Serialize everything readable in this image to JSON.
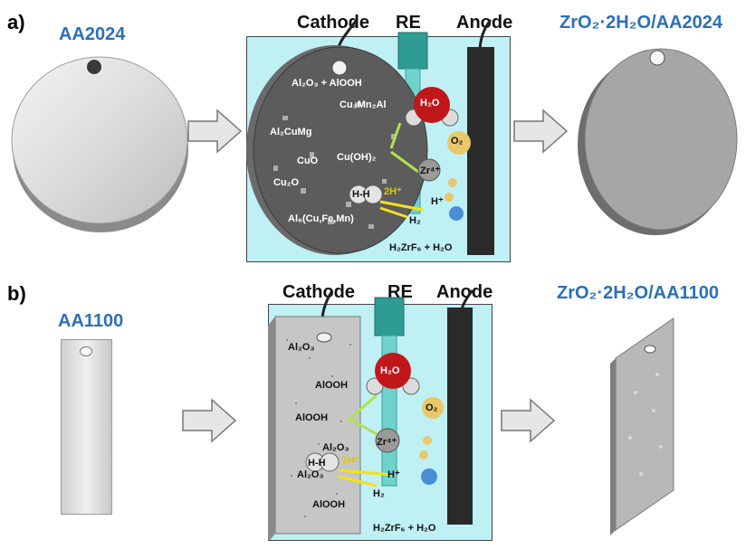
{
  "panel_a": {
    "label": "a)",
    "left_title": "AA2024",
    "right_title": "ZrO₂·2H₂O/AA2024",
    "cathode": "Cathode",
    "re": "RE",
    "anode": "Anode",
    "phases": [
      "Al₂O₃ + AlOOH",
      "Cu₃Mn₂Al",
      "Al₂CuMg",
      "CuO",
      "Cu(OH)₂",
      "Cu₂O",
      "Al₆(Cu,Fe,Mn)"
    ],
    "species": {
      "h2o": "H₂O",
      "zr": "Zr⁴⁺",
      "o2": "O₂",
      "hh": "H-H",
      "two_h": "2H⁺",
      "h_plus": "H⁺",
      "h2": "H₂"
    },
    "electrolyte": "H₂ZrF₆ + H₂O"
  },
  "panel_b": {
    "label": "b)",
    "left_title": "AA1100",
    "right_title": "ZrO₂·2H₂O/AA1100",
    "cathode": "Cathode",
    "re": "RE",
    "anode": "Anode",
    "phases": [
      "Al₂O₃",
      "AlOOH",
      "AlOOH",
      "Al₂O₃",
      "Al₂O₃",
      "AlOOH"
    ],
    "species": {
      "h2o": "H₂O",
      "zr": "Zr⁴⁺",
      "o2": "O₂",
      "hh": "H-H",
      "two_h": "2H⁺",
      "h_plus": "H⁺",
      "h2": "H₂"
    },
    "electrolyte": "H₂ZrF₆ + H₂O"
  },
  "colors": {
    "title_blue": "#2e6fb5",
    "cell_bg": "#bff0f4",
    "re_teal": "#2f9c93",
    "anode_dark": "#2a2a2a",
    "h2o_red": "#c0181a",
    "o2_yellow": "#e8c86a",
    "arrow_grey": "#e6e6e6"
  }
}
